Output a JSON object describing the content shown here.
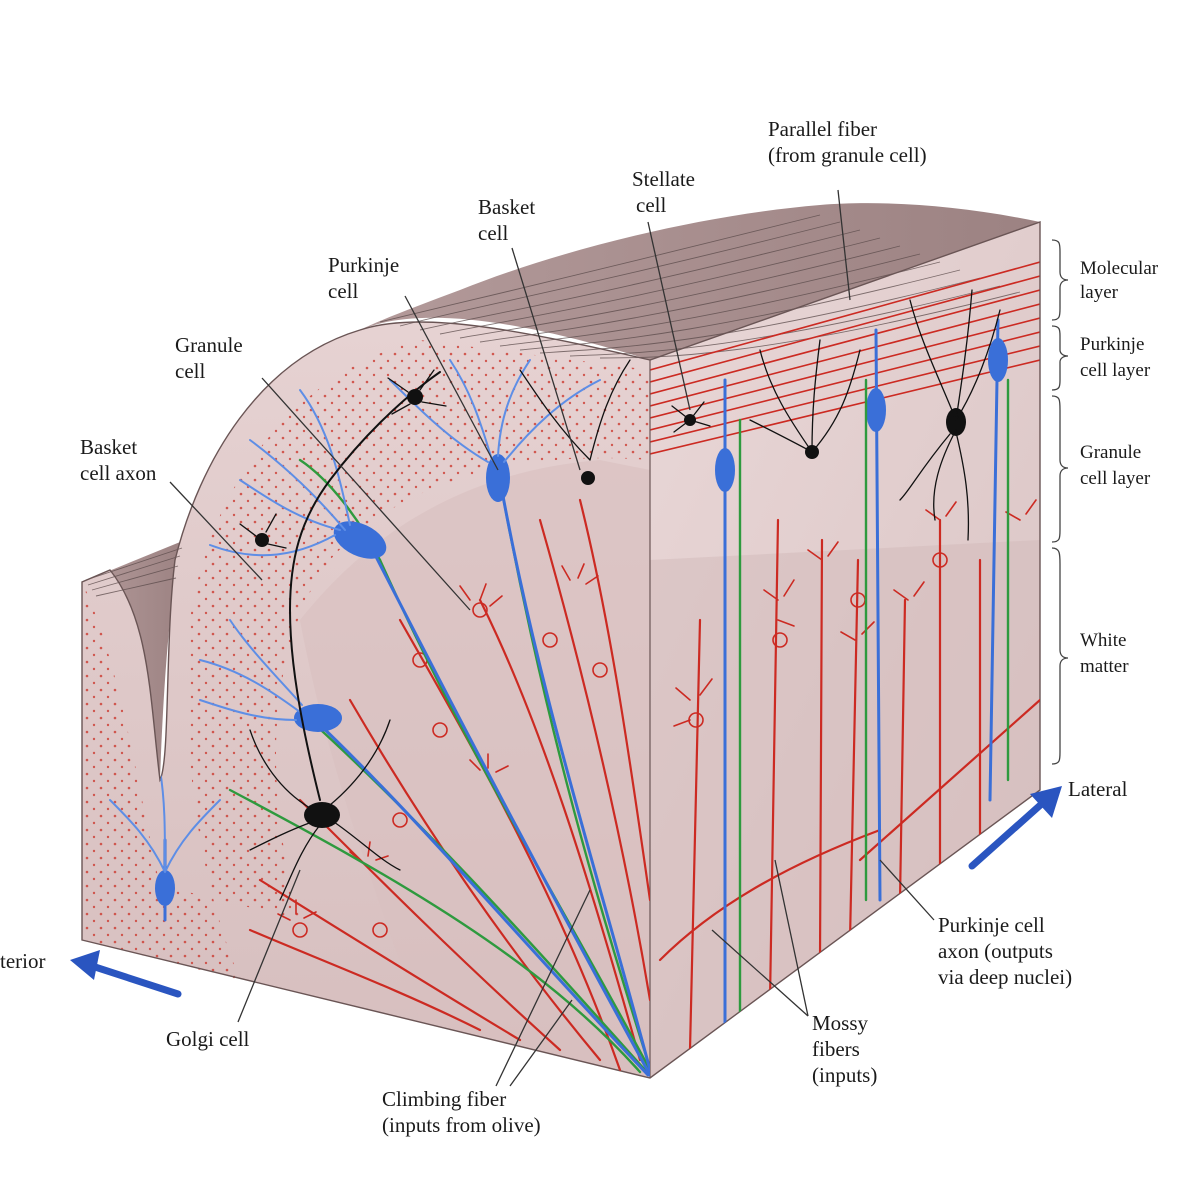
{
  "labels": {
    "parallel_fiber_1": "Parallel fiber",
    "parallel_fiber_2": "(from granule cell)",
    "stellate_1": "Stellate",
    "stellate_2": "cell",
    "basket_1": "Basket",
    "basket_2": "cell",
    "purkinje_1": "Purkinje",
    "purkinje_2": "cell",
    "granule_1": "Granule",
    "granule_2": "cell",
    "basket_axon_1": "Basket",
    "basket_axon_2": "cell axon",
    "golgi": "Golgi cell",
    "climbing_1": "Climbing fiber",
    "climbing_2": "(inputs from olive)",
    "mossy_1": "Mossy",
    "mossy_2": "fibers",
    "mossy_3": "(inputs)",
    "pc_axon_1": "Purkinje cell",
    "pc_axon_2": "axon (outputs",
    "pc_axon_3": "via deep nuclei)",
    "lateral": "Lateral",
    "anterior": "terior"
  },
  "layers": {
    "molecular_1": "Molecular",
    "molecular_2": "layer",
    "purkinje_1": "Purkinje",
    "purkinje_2": "cell layer",
    "granule_1": "Granule",
    "granule_2": "cell layer",
    "white_1": "White",
    "white_2": "matter"
  },
  "colors": {
    "tissue": "#e3cfcf",
    "tissue_dark": "#cdb3b3",
    "top_surface": "#a88e8e",
    "mossy_fiber": "#cc2a22",
    "purkinje_cell": "#3a6fd8",
    "climbing_fiber": "#2e9a3e",
    "golgi_basket_stellate": "#111111",
    "arrow": "#2a55c0"
  }
}
